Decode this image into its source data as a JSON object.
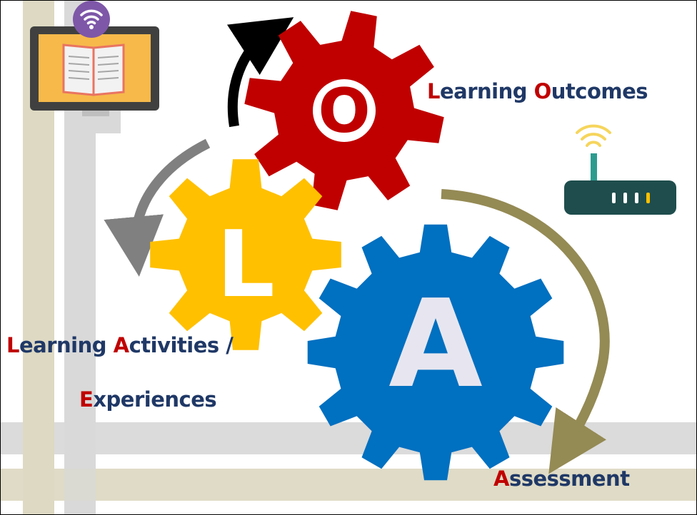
{
  "colors": {
    "gear_outcomes": "#c00000",
    "gear_activities": "#ffc000",
    "gear_assessment": "#0070c0",
    "gear_letter": "#e7e6f0",
    "initial_letter": "#c00000",
    "label_text": "#1f3866",
    "arrow_black": "#000000",
    "arrow_gray": "#808080",
    "arrow_olive": "#948a54",
    "band_beige": "#ddd9c3",
    "band_gray": "#d9d9d9"
  },
  "gears": {
    "outcomes": {
      "letter": "O"
    },
    "activities": {
      "letter": "L"
    },
    "assessment": {
      "letter": "A"
    }
  },
  "labels": {
    "learning_outcomes": {
      "l_initial": "L",
      "l_rest": "earning ",
      "o_initial": "O",
      "o_rest": "utcomes"
    },
    "learning_activities": {
      "l_initial": "L",
      "l_rest": "earning ",
      "a_initial": "A",
      "a_rest": "ctivities /"
    },
    "experiences": {
      "e_initial": "E",
      "e_rest": "xperiences"
    },
    "assessment": {
      "a_initial": "A",
      "a_rest": "ssessment"
    }
  },
  "icons": {
    "computer": "computer-ebook-wifi-icon",
    "router": "wifi-router-icon"
  }
}
